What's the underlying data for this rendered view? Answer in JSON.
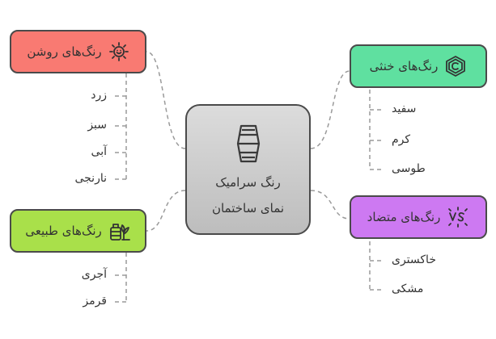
{
  "center": {
    "title": "رنگ سرامیک",
    "subtitle": "نمای ساختمان",
    "icon": "ceramic-tile-icon"
  },
  "categories": [
    {
      "label": "رنگ‌های روشن",
      "icon": "sun-smile-icon",
      "color": "#f97a72",
      "items": [
        "زرد",
        "سبز",
        "آبی",
        "نارنجی"
      ]
    },
    {
      "label": "رنگ‌های طبیعی",
      "icon": "nature-jar-icon",
      "color": "#a9e04a",
      "items": [
        "آجری",
        "قرمز"
      ]
    },
    {
      "label": "رنگ‌های خنثی",
      "icon": "hexagon-c-icon",
      "color": "#5fe0a0",
      "items": [
        "سفید",
        "کرم",
        "طوسی"
      ]
    },
    {
      "label": "رنگ‌های متضاد",
      "icon": "vs-burst-icon",
      "color": "#cd79f2",
      "items": [
        "خاکستری",
        "مشکی"
      ]
    }
  ]
}
